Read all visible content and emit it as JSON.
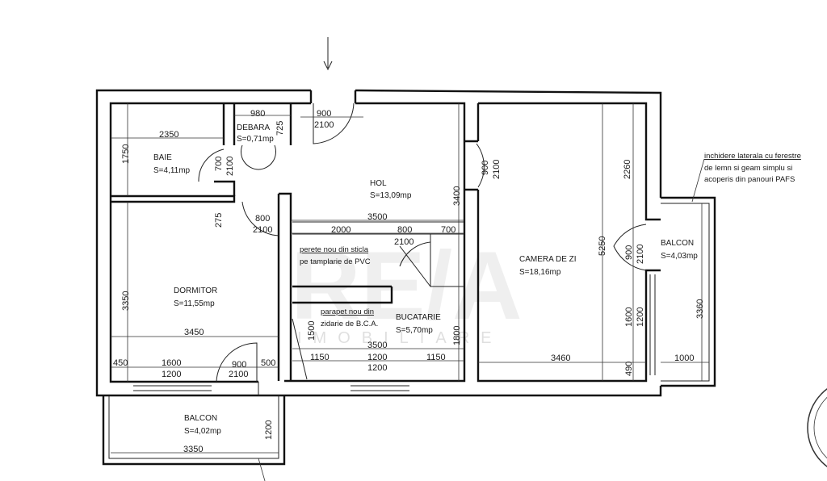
{
  "rooms": {
    "baie": {
      "name": "BAIE",
      "area": "S=4,11mp"
    },
    "debara": {
      "name": "DEBARA",
      "area": "S=0,71mp"
    },
    "hol": {
      "name": "HOL",
      "area": "S=13,09mp"
    },
    "dormitor": {
      "name": "DORMITOR",
      "area": "S=11,55mp"
    },
    "bucatarie": {
      "name": "BUCATARIE",
      "area": "S=5,70mp"
    },
    "camera": {
      "name": "CAMERA DE ZI",
      "area": "S=18,16mp"
    },
    "balcon_right": {
      "name": "BALCON",
      "area": "S=4,03mp"
    },
    "balcon_bottom": {
      "name": "BALCON",
      "area": "S=4,02mp"
    }
  },
  "notes": {
    "balcony_closure": [
      "inchidere laterala cu ferestre",
      "de lemn si geam simplu si",
      "acoperis din panouri PAFS"
    ],
    "glass_wall": [
      "perete nou din sticla",
      "pe tamplarie de PVC"
    ],
    "parapet": [
      "parapet nou din",
      "zidarie de B.C.A."
    ]
  },
  "dims_h": [
    "980",
    "900",
    "2100",
    "2350",
    "800",
    "2100",
    "3500",
    "2000",
    "800",
    "700",
    "2100",
    "3450",
    "3500",
    "1150",
    "1200",
    "1150",
    "1200",
    "450",
    "1600",
    "1200",
    "900",
    "2100",
    "500",
    "3460",
    "1000",
    "3350"
  ],
  "dims_v": [
    "1750",
    "725",
    "700",
    "2100",
    "275",
    "900",
    "2100",
    "3400",
    "2260",
    "5250",
    "900",
    "2100",
    "3360",
    "1600",
    "1200",
    "490",
    "3350",
    "1500",
    "1800",
    "1200"
  ],
  "watermark": {
    "logo": "RE/A",
    "sub": "IMOBILIARE"
  }
}
